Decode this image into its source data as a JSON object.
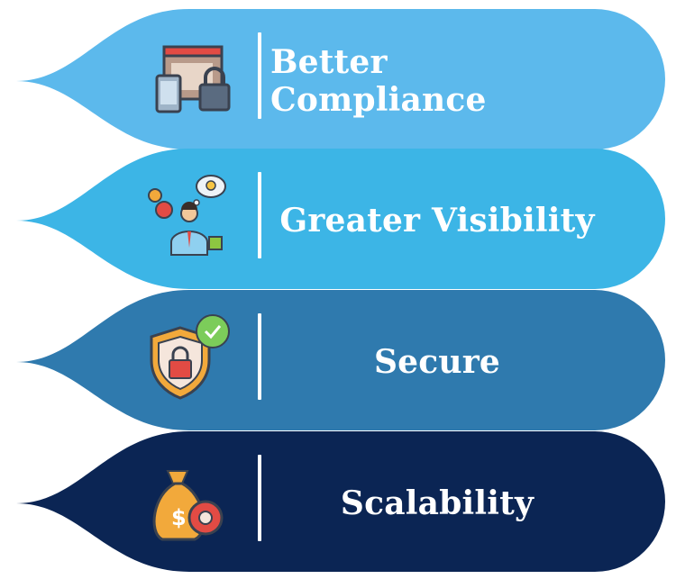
{
  "items": [
    {
      "label": "Better Compliance",
      "icon": "device-lock-icon",
      "color": "#5cb9ec"
    },
    {
      "label": "Greater Visibility",
      "icon": "thinking-person-icon",
      "color": "#3cb5e6"
    },
    {
      "label": "Secure",
      "icon": "shield-lock-icon",
      "color": "#2f7aae"
    },
    {
      "label": "Scalability",
      "icon": "money-bag-gear-icon",
      "color": "#0b2554"
    }
  ]
}
